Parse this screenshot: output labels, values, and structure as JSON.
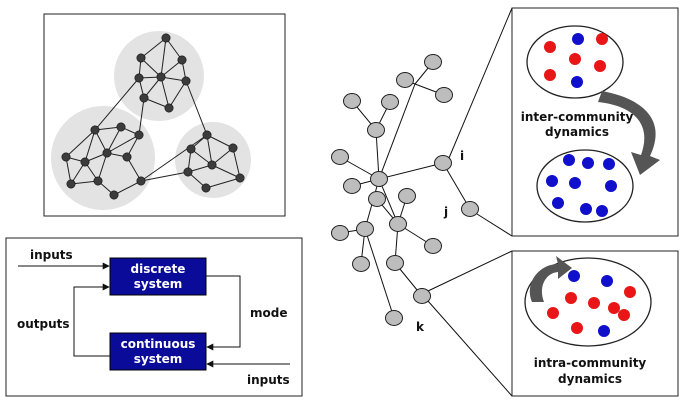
{
  "hybrid": {
    "inputs_top": "inputs",
    "discrete_line1": "discrete",
    "discrete_line2": "system",
    "mode": "mode",
    "outputs": "outputs",
    "continuous_line1": "continuous",
    "continuous_line2": "system",
    "inputs_bottom": "inputs"
  },
  "tree": {
    "label_i": "i",
    "label_j": "j",
    "label_k": "k"
  },
  "panels": {
    "inter_line1": "inter-community",
    "inter_line2": "dynamics",
    "intra_line1": "intra-community",
    "intra_line2": "dynamics"
  },
  "colors": {
    "box_fill": "#0b0b9a",
    "node_gray": "#bdbdbd",
    "red_dot": "#e81616",
    "blue_dot": "#1010cc",
    "community_bg": "#e2e2e2",
    "arrow_gray": "#555555"
  }
}
